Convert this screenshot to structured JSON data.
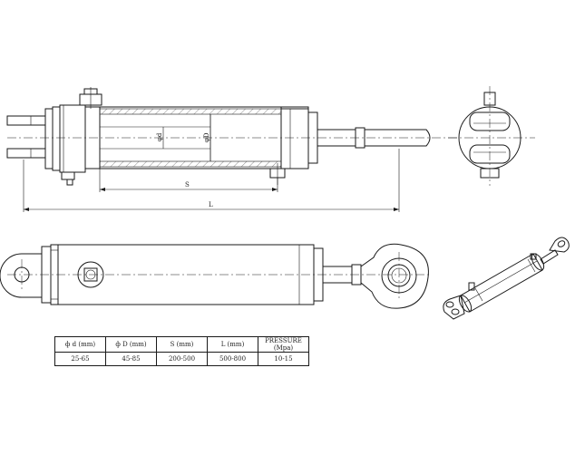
{
  "dimensions": {
    "stroke_label": "S",
    "length_label": "L",
    "rod_dia_label": "φd",
    "bore_dia_label": "φD"
  },
  "spec_table": {
    "headers": [
      "ф d (mm)",
      "ф D (mm)",
      "S (mm)",
      "L (mm)",
      "PRESSURE (Mpa)"
    ],
    "rows": [
      [
        "25-65",
        "45-85",
        "200-500",
        "500-800",
        "10-15"
      ]
    ]
  }
}
